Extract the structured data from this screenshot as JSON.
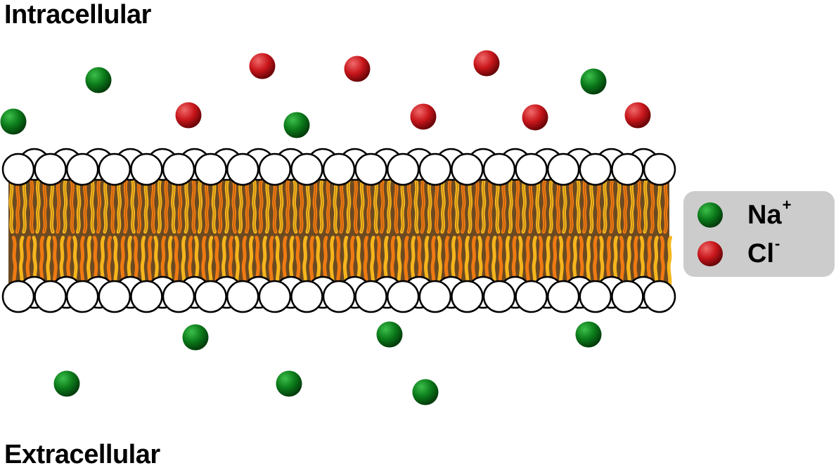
{
  "labels": {
    "top": "Intracellular",
    "bottom": "Extracellular"
  },
  "legend": {
    "na_symbol": "Na",
    "na_charge": "+",
    "cl_symbol": "Cl",
    "cl_charge": "-"
  },
  "colors": {
    "na_ion": "#0b7a1a",
    "cl_ion": "#c8161b",
    "tail_light": "#f6b51c",
    "tail_dark": "#ef7a12",
    "core": "#6b4a22",
    "head": "#ffffff",
    "legend_box": "#cccccc"
  },
  "ions": {
    "intracellular": {
      "na_count": 4,
      "cl_count": 7
    },
    "extracellular": {
      "na_count": 6,
      "cl_count": 0
    }
  }
}
